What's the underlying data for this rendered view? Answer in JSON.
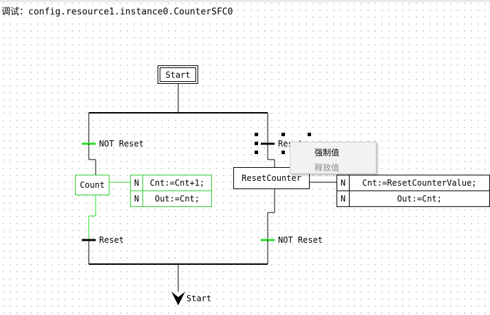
{
  "header": {
    "prefix": "调试：",
    "path": "config.resource1.instance0.CounterSFC0"
  },
  "steps": {
    "initial": "Start",
    "count": "Count",
    "reset_counter": "ResetCounter"
  },
  "transitions": {
    "not_reset_left": "NOT Reset",
    "reset_right": "Reset",
    "reset_left": "Reset",
    "not_reset_right": "NOT Reset"
  },
  "jump": {
    "target": "Start"
  },
  "actions": {
    "count": [
      {
        "qualifier": "N",
        "action": "Cnt:=Cnt+1;"
      },
      {
        "qualifier": "N",
        "action": "Out:=Cnt;"
      }
    ],
    "reset_counter": [
      {
        "qualifier": "N",
        "action": "Cnt:=ResetCounterValue;"
      },
      {
        "qualifier": "N",
        "action": "Out:=Cnt;"
      }
    ]
  },
  "context_menu": {
    "force_value": "强制值",
    "release_value": "释放值"
  },
  "colors": {
    "active": "#22dd22",
    "inactive": "#000000"
  }
}
